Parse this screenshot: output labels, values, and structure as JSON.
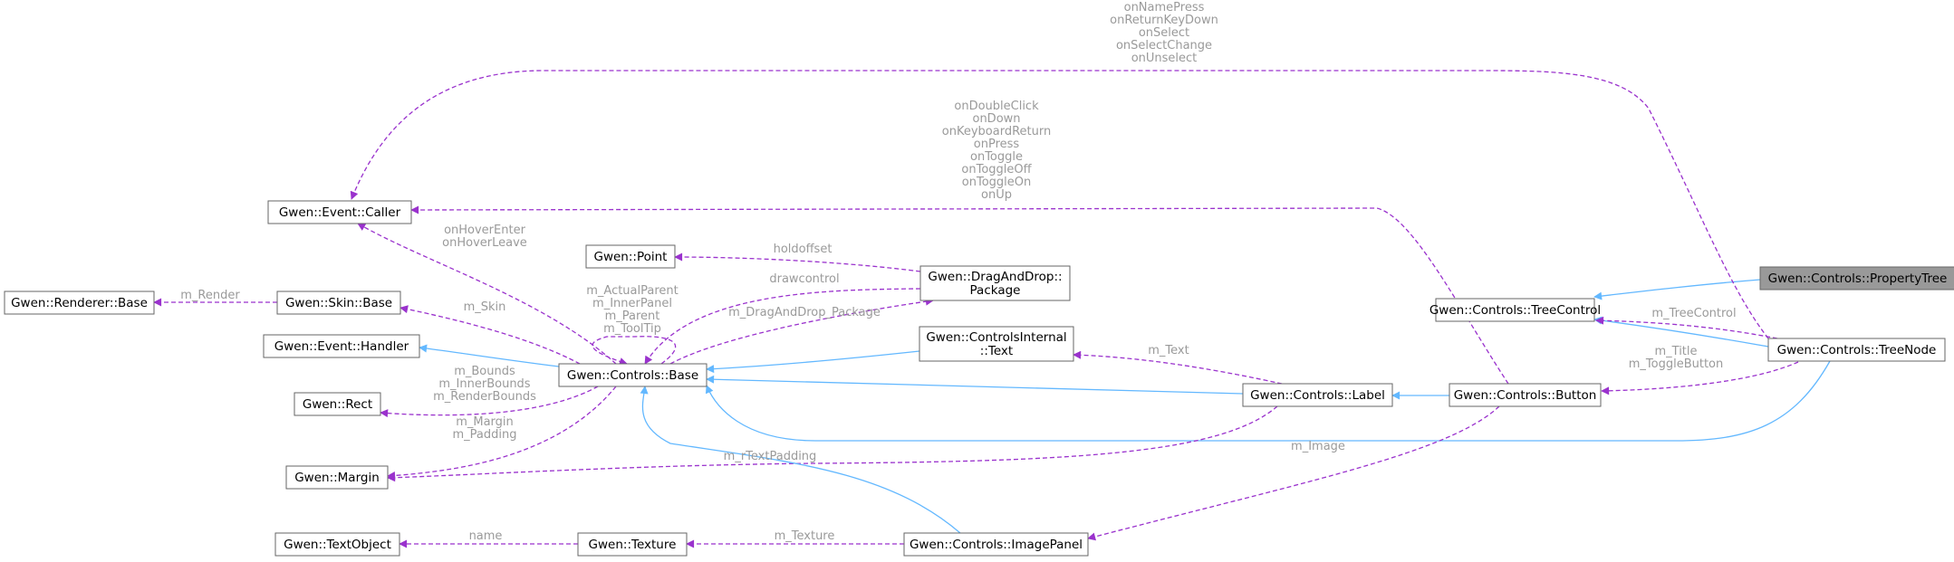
{
  "diagram": {
    "colors": {
      "node_border": "#666666",
      "node_fill": "#ffffff",
      "highlight_fill": "#999999",
      "inherit_edge": "#63b8ff",
      "usage_edge": "#9a32cd",
      "edge_label": "#9a9a9a"
    },
    "nodes": [
      {
        "id": "property_tree",
        "lines": [
          "Gwen::Controls::PropertyTree"
        ],
        "highlight": true
      },
      {
        "id": "tree_control",
        "lines": [
          "Gwen::Controls::TreeControl"
        ]
      },
      {
        "id": "tree_node",
        "lines": [
          "Gwen::Controls::TreeNode"
        ]
      },
      {
        "id": "event_caller",
        "lines": [
          "Gwen::Event::Caller"
        ]
      },
      {
        "id": "button",
        "lines": [
          "Gwen::Controls::Button"
        ]
      },
      {
        "id": "label",
        "lines": [
          "Gwen::Controls::Label"
        ]
      },
      {
        "id": "controls_base",
        "lines": [
          "Gwen::Controls::Base"
        ]
      },
      {
        "id": "event_handler",
        "lines": [
          "Gwen::Event::Handler"
        ]
      },
      {
        "id": "skin_base",
        "lines": [
          "Gwen::Skin::Base"
        ]
      },
      {
        "id": "renderer_base",
        "lines": [
          "Gwen::Renderer::Base"
        ]
      },
      {
        "id": "point",
        "lines": [
          "Gwen::Point"
        ]
      },
      {
        "id": "dnd_package",
        "lines": [
          "Gwen::DragAndDrop::",
          "Package"
        ]
      },
      {
        "id": "rect",
        "lines": [
          "Gwen::Rect"
        ]
      },
      {
        "id": "margin",
        "lines": [
          "Gwen::Margin"
        ]
      },
      {
        "id": "ci_text",
        "lines": [
          "Gwen::ControlsInternal",
          "::Text"
        ]
      },
      {
        "id": "image_panel",
        "lines": [
          "Gwen::Controls::ImagePanel"
        ]
      },
      {
        "id": "texture",
        "lines": [
          "Gwen::Texture"
        ]
      },
      {
        "id": "text_object",
        "lines": [
          "Gwen::TextObject"
        ]
      }
    ],
    "edges": [
      {
        "id": "e1",
        "from": "property_tree",
        "to": "tree_control",
        "kind": "inherit",
        "labels": []
      },
      {
        "id": "e2",
        "from": "tree_node",
        "to": "tree_control",
        "kind": "inherit",
        "labels": []
      },
      {
        "id": "e3",
        "from": "tree_node",
        "to": "tree_control",
        "kind": "usage",
        "labels": [
          "m_TreeControl"
        ]
      },
      {
        "id": "e4",
        "from": "tree_node",
        "to": "event_caller",
        "kind": "usage",
        "labels": [
          "onNamePress",
          "onReturnKeyDown",
          "onSelect",
          "onSelectChange",
          "onUnselect"
        ]
      },
      {
        "id": "e5",
        "from": "tree_node",
        "to": "button",
        "kind": "usage",
        "labels": [
          "m_Title",
          "m_ToggleButton"
        ]
      },
      {
        "id": "e6",
        "from": "tree_node",
        "to": "controls_base",
        "kind": "inherit",
        "labels": []
      },
      {
        "id": "e7",
        "from": "button",
        "to": "event_caller",
        "kind": "usage",
        "labels": [
          "onDoubleClick",
          "onDown",
          "onKeyboardReturn",
          "onPress",
          "onToggle",
          "onToggleOff",
          "onToggleOn",
          "onUp"
        ]
      },
      {
        "id": "e8",
        "from": "button",
        "to": "label",
        "kind": "inherit",
        "labels": []
      },
      {
        "id": "e9",
        "from": "button",
        "to": "image_panel",
        "kind": "usage",
        "labels": [
          "m_Image"
        ]
      },
      {
        "id": "e10",
        "from": "label",
        "to": "ci_text",
        "kind": "usage",
        "labels": [
          "m_Text"
        ]
      },
      {
        "id": "e11",
        "from": "label",
        "to": "controls_base",
        "kind": "inherit",
        "labels": []
      },
      {
        "id": "e12",
        "from": "label",
        "to": "margin",
        "kind": "usage",
        "labels": [
          "m_rTextPadding"
        ]
      },
      {
        "id": "e13",
        "from": "ci_text",
        "to": "controls_base",
        "kind": "inherit",
        "labels": []
      },
      {
        "id": "e14",
        "from": "dnd_package",
        "to": "point",
        "kind": "usage",
        "labels": [
          "holdoffset"
        ]
      },
      {
        "id": "e15",
        "from": "dnd_package",
        "to": "controls_base",
        "kind": "usage",
        "labels": [
          "drawcontrol"
        ]
      },
      {
        "id": "e16",
        "from": "controls_base",
        "to": "dnd_package",
        "kind": "usage",
        "labels": [
          "m_DragAndDrop_Package"
        ]
      },
      {
        "id": "e17",
        "from": "controls_base",
        "to": "event_caller",
        "kind": "usage",
        "labels": [
          "onHoverEnter",
          "onHoverLeave"
        ]
      },
      {
        "id": "e18",
        "from": "controls_base",
        "to": "skin_base",
        "kind": "usage",
        "labels": [
          "m_Skin"
        ]
      },
      {
        "id": "e19",
        "from": "controls_base",
        "to": "event_handler",
        "kind": "inherit",
        "labels": []
      },
      {
        "id": "e20",
        "from": "controls_base",
        "to": "rect",
        "kind": "usage",
        "labels": [
          "m_Bounds",
          "m_InnerBounds",
          "m_RenderBounds"
        ]
      },
      {
        "id": "e21",
        "from": "controls_base",
        "to": "margin",
        "kind": "usage",
        "labels": [
          "m_Margin",
          "m_Padding"
        ]
      },
      {
        "id": "e22",
        "from": "controls_base",
        "to": "controls_base",
        "kind": "usage",
        "labels": [
          "m_ActualParent",
          "m_InnerPanel",
          "m_Parent",
          "m_ToolTip"
        ]
      },
      {
        "id": "e23",
        "from": "skin_base",
        "to": "renderer_base",
        "kind": "usage",
        "labels": [
          "m_Render"
        ]
      },
      {
        "id": "e24",
        "from": "image_panel",
        "to": "controls_base",
        "kind": "inherit",
        "labels": []
      },
      {
        "id": "e25",
        "from": "image_panel",
        "to": "texture",
        "kind": "usage",
        "labels": [
          "m_Texture"
        ]
      },
      {
        "id": "e26",
        "from": "texture",
        "to": "text_object",
        "kind": "usage",
        "labels": [
          "name"
        ]
      }
    ]
  }
}
